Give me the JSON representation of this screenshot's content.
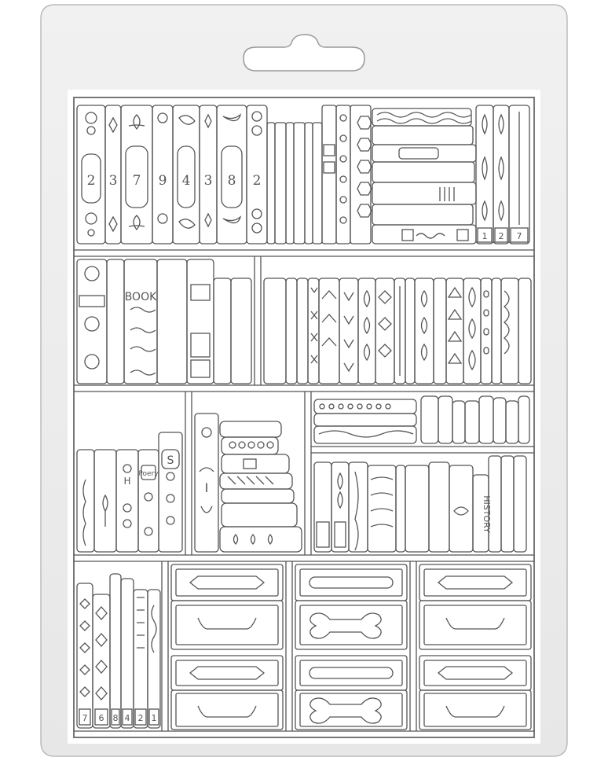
{
  "top_left_numbers": [
    "2",
    "3",
    "7",
    "9",
    "4",
    "3",
    "8",
    "2"
  ],
  "top_right_numbers": [
    "1",
    "2",
    "7"
  ],
  "book_label": "BOOK",
  "h_letter": "H",
  "poetry_label": "Poery",
  "s_letter": "S",
  "i_letter": "I",
  "history_label": "HISTORY",
  "bottom_numbers": [
    "7",
    "6",
    "8",
    "4",
    "2",
    "1"
  ]
}
